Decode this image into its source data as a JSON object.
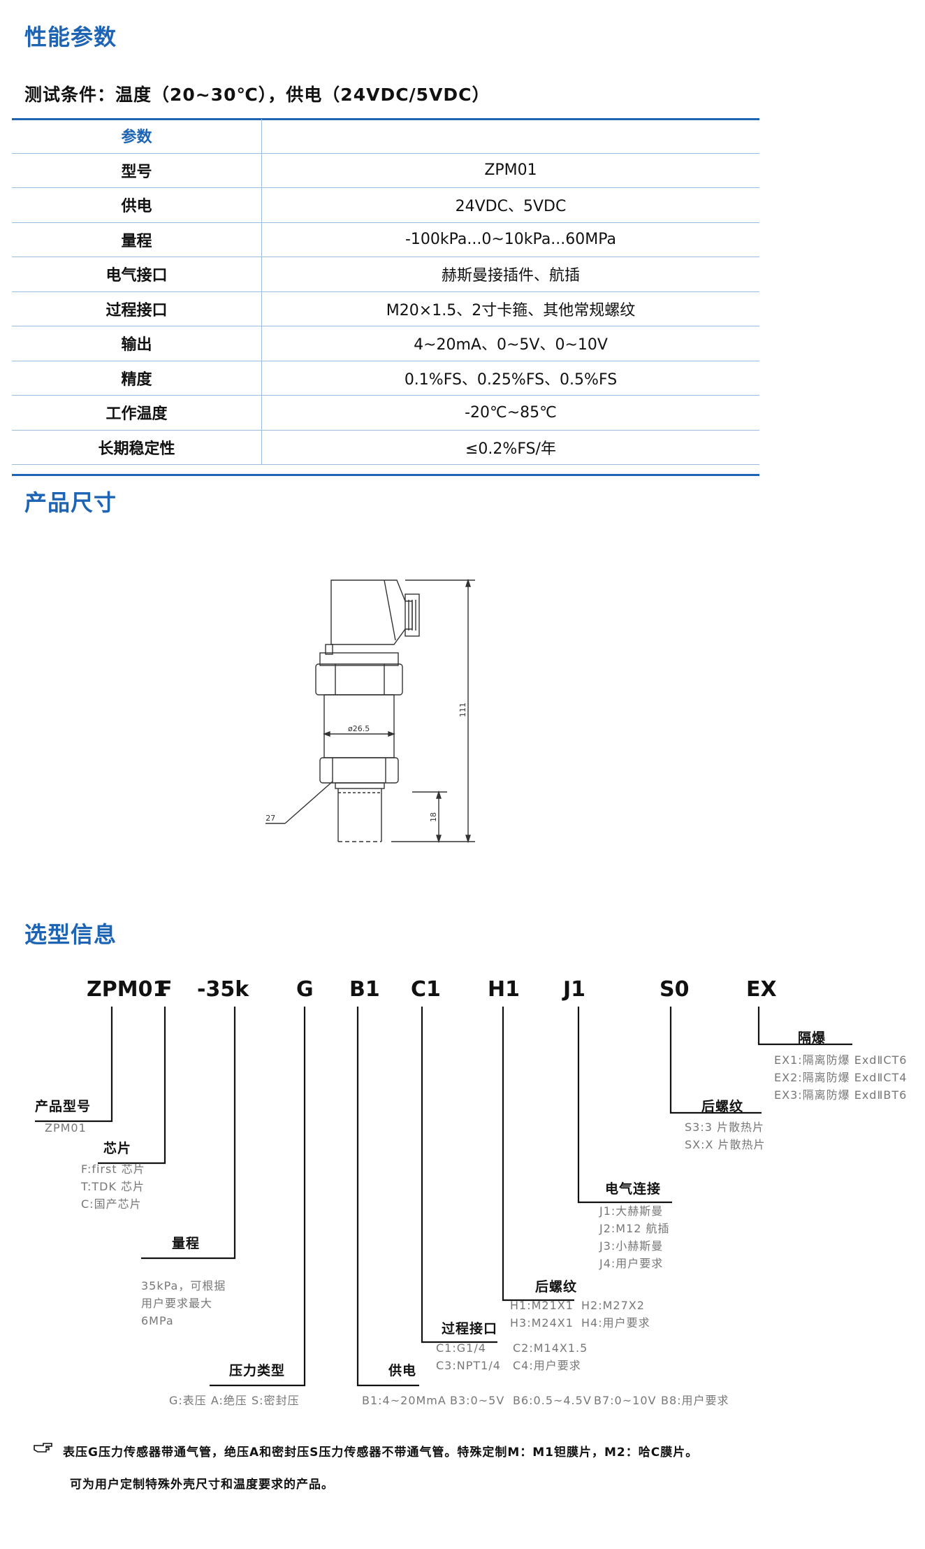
{
  "sections": {
    "performance_title": "性能参数",
    "test_condition": "测试条件：温度（20~30℃），供电（24VDC/5VDC）",
    "dimension_title": "产品尺寸",
    "selection_title": "选型信息"
  },
  "spec_table": {
    "header": {
      "key": "参数",
      "value": ""
    },
    "rows": [
      {
        "key": "型号",
        "value": "ZPM01"
      },
      {
        "key": "供电",
        "value": "24VDC、5VDC"
      },
      {
        "key": "量程",
        "value": "-100kPa...0~10kPa...60MPa"
      },
      {
        "key": "电气接口",
        "value": "赫斯曼接插件、航插"
      },
      {
        "key": "过程接口",
        "value": "M20×1.5、2寸卡箍、其他常规螺纹"
      },
      {
        "key": "输出",
        "value": "4~20mA、0~5V、0~10V"
      },
      {
        "key": "精度",
        "value": "0.1%FS、0.25%FS、0.5%FS"
      },
      {
        "key": "工作温度",
        "value": "-20℃~85℃"
      },
      {
        "key": "长期稳定性",
        "value": "≤0.2%FS/年"
      }
    ]
  },
  "drawing": {
    "diameter": "ø26.5",
    "wrench": "S=27",
    "height_total": "111",
    "thread_length": "18"
  },
  "selection": {
    "codes": [
      "ZPM01",
      "F",
      "-35k",
      "G",
      "B1",
      "C1",
      "H1",
      "J1",
      "S0",
      "EX"
    ],
    "groups": {
      "model": {
        "label": "产品型号",
        "options": [
          "ZPM01"
        ]
      },
      "chip": {
        "label": "芯片",
        "options": [
          "F:first 芯片",
          "T:TDK 芯片",
          "C:国产芯片"
        ]
      },
      "range": {
        "label": "量程",
        "options": [
          "35kPa，可根据",
          "用户要求最大",
          "6MPa"
        ]
      },
      "pressure_type": {
        "label": "压力类型",
        "options": [
          "G:表压 A:绝压 S:密封压"
        ]
      },
      "power": {
        "label": "供电",
        "options": [
          "B1:4~20MmA",
          "B3:0~5V",
          "B6:0.5~4.5V",
          "B7:0~10V",
          "B8:用户要求"
        ]
      },
      "process": {
        "label": "过程接口",
        "options": [
          "C1:G1/4",
          "C2:M14X1.5",
          "C3:NPT1/4",
          "C4:用户要求"
        ]
      },
      "thread": {
        "label": "后螺纹",
        "options": [
          "H1:M21X1",
          "H2:M27X2",
          "H3:M24X1",
          "H4:用户要求"
        ]
      },
      "electrical": {
        "label": "电气连接",
        "options": [
          "J1:大赫斯曼",
          "J2:M12 航插",
          "J3:小赫斯曼",
          "J4:用户要求"
        ]
      },
      "heatsink": {
        "label": "后螺纹",
        "options": [
          "S3:3 片散热片",
          "SX:X 片散热片"
        ]
      },
      "explosion": {
        "label": "隔爆",
        "options": [
          "EX1:隔离防爆 ExdⅡCT6",
          "EX2:隔离防爆 ExdⅡCT4",
          "EX3:隔离防爆 ExdⅡBT6"
        ]
      }
    }
  },
  "notes": {
    "icon": "pointing-hand-icon",
    "line1": "表压G压力传感器带通气管，绝压A和密封压S压力传感器不带通气管。特殊定制M：M1钽膜片，M2：哈C膜片。",
    "line2": "可为用户定制特殊外壳尺寸和温度要求的产品。"
  }
}
